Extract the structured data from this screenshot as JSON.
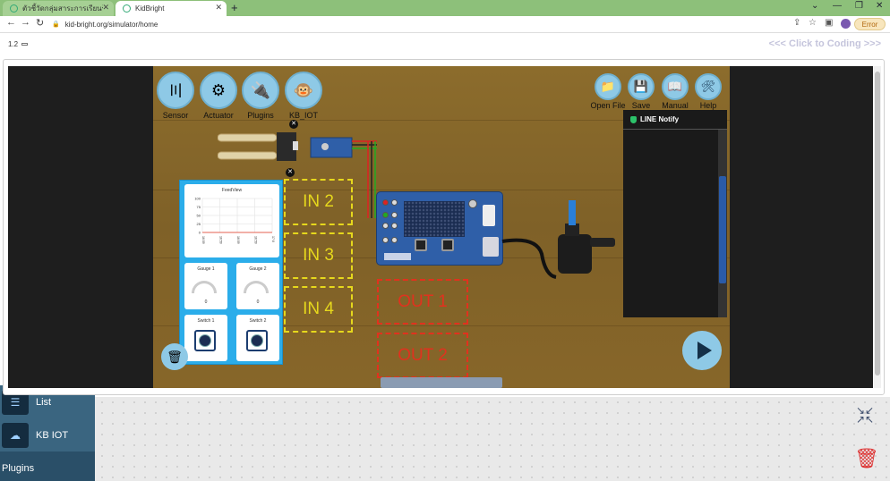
{
  "browser": {
    "tabs": [
      {
        "title": "ตัวชี้วัดกลุ่มสาระการเรียนรู้วิทยาศาสตร์ฯ"
      },
      {
        "title": "KidBright"
      }
    ],
    "url": "kid-bright.org/simulator/home",
    "error_label": "Error"
  },
  "header": {
    "version": "1.2",
    "click_to_coding": "<<< Click to Coding >>>"
  },
  "categories": [
    {
      "label": "Sensor",
      "icon": "sensor-icon"
    },
    {
      "label": "Actuator",
      "icon": "motor-icon"
    },
    {
      "label": "Plugins",
      "icon": "plug-icon"
    },
    {
      "label": "KB_IOT",
      "icon": "monkey-icon"
    }
  ],
  "top_buttons": [
    {
      "label": "Open File",
      "icon": "folder-icon"
    },
    {
      "label": "Save",
      "icon": "floppy-icon"
    },
    {
      "label": "Manual",
      "icon": "book-icon"
    },
    {
      "label": "Help",
      "icon": "tools-icon"
    }
  ],
  "slots": {
    "in2": "IN 2",
    "in3": "IN 3",
    "in4": "IN 4",
    "out1": "OUT 1",
    "out2": "OUT 2"
  },
  "dashboard": {
    "feedview": {
      "title": "FeedView",
      "y_ticks": [
        "100",
        "75",
        "50",
        "25",
        "0"
      ],
      "x_ticks": [
        "16:59",
        "16:59",
        "16:59",
        "16:59",
        "17:0"
      ]
    },
    "gauges": [
      {
        "title": "Gauge 1",
        "value": "0"
      },
      {
        "title": "Gauge 2",
        "value": "0"
      }
    ],
    "switches": [
      {
        "title": "Switch 1"
      },
      {
        "title": "Switch 2"
      }
    ]
  },
  "line_notify": {
    "title": "LINE Notify"
  },
  "background_page": {
    "sidebar_items": [
      {
        "label": "List"
      },
      {
        "label": "KB IOT"
      }
    ],
    "plugins_label": "Plugins"
  },
  "colors": {
    "tab_bar": "#8dc07a",
    "sim_wood": "#8c6c2c",
    "accent_blue": "#8ec9e6",
    "slot_yellow": "#e6d81c",
    "slot_red": "#e0321e",
    "dashboard_blue": "#2badea"
  }
}
